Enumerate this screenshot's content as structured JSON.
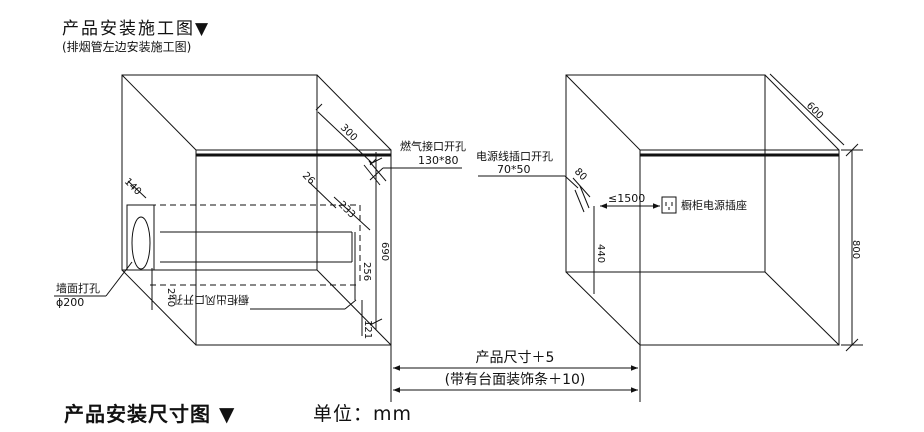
{
  "header": {
    "title": "产品安装施工图▼",
    "subtitle": "(排烟管左边安装施工图)"
  },
  "left_diagram": {
    "labels": {
      "gas_hole_title": "燃气接口开孔",
      "gas_hole_size": "130*80",
      "wall_hole_title": "墙面打孔",
      "wall_hole_size": "ϕ200",
      "vent_hole": "橱柜出风口开孔"
    },
    "dims": {
      "depth": "300",
      "d140": "140",
      "d26": "26",
      "d233": "233",
      "d256": "256",
      "d690": "690",
      "d240": "240",
      "d121": "121"
    }
  },
  "right_diagram": {
    "labels": {
      "power_hole_title": "电源线插口开孔",
      "power_hole_size": "70*50",
      "socket": "橱柜电源插座"
    },
    "dims": {
      "depth": "600",
      "height": "800",
      "d80": "80",
      "d440": "440",
      "cable": "≤1500"
    }
  },
  "product_dims": {
    "line1": "产品尺寸＋5",
    "line2": "(带有台面装饰条＋10)"
  },
  "footer": {
    "title": "产品安装尺寸图 ▼",
    "unit": "单位：mm"
  }
}
